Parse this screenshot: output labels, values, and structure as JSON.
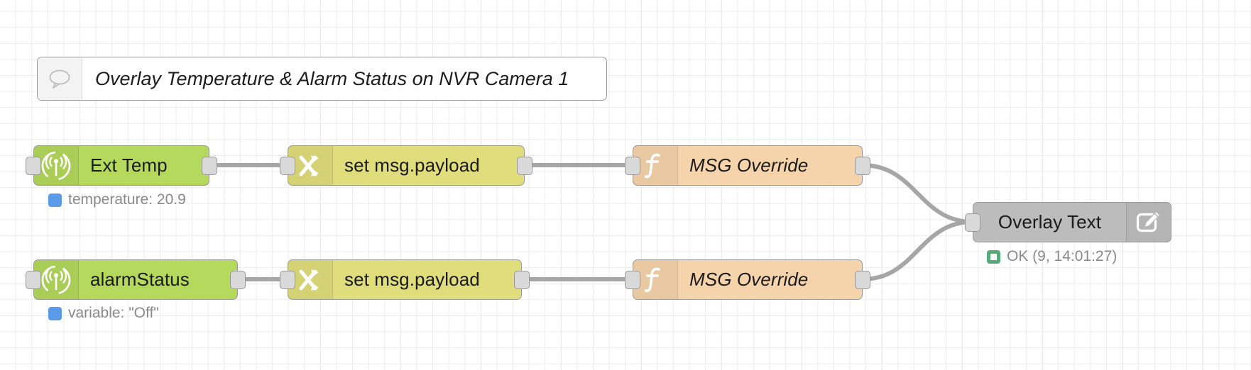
{
  "app": {
    "name": "Node-RED flow editor canvas",
    "grid_visible": true
  },
  "comment": {
    "icon": "comment-bubble-icon",
    "text": "Overlay Temperature & Alarm Status on NVR Camera 1"
  },
  "nodes": [
    {
      "id": "ext-temp",
      "label": "Ext Temp",
      "icon": "broadcast-antenna-icon",
      "color": "#b4d95c",
      "type": "s7-in",
      "ports": {
        "in": true,
        "out": true
      },
      "status": {
        "text": "temperature: 20.9",
        "shape": "square",
        "color": "#5b9ae6"
      }
    },
    {
      "id": "change-1",
      "label": "set msg.payload",
      "icon": "swap-arrows-icon",
      "color": "#e0de7c",
      "type": "change",
      "ports": {
        "in": true,
        "out": true
      },
      "status": null
    },
    {
      "id": "function-1",
      "label": "MSG Override",
      "icon": "function-f-icon",
      "color": "#f6d4ab",
      "type": "function",
      "italic": true,
      "ports": {
        "in": true,
        "out": true
      },
      "status": null
    },
    {
      "id": "alarm-status",
      "label": "alarmStatus",
      "icon": "broadcast-antenna-icon",
      "color": "#b4d95c",
      "type": "s7-in",
      "ports": {
        "in": true,
        "out": true
      },
      "status": {
        "text": "variable: \"Off\"",
        "shape": "square",
        "color": "#5b9ae6"
      }
    },
    {
      "id": "change-2",
      "label": "set msg.payload",
      "icon": "swap-arrows-icon",
      "color": "#e0de7c",
      "type": "change",
      "ports": {
        "in": true,
        "out": true
      },
      "status": null
    },
    {
      "id": "function-2",
      "label": "MSG Override",
      "icon": "function-f-icon",
      "color": "#f6d4ab",
      "type": "function",
      "italic": true,
      "ports": {
        "in": true,
        "out": true
      },
      "status": null
    },
    {
      "id": "overlay-text",
      "label": "Overlay Text",
      "icon": "edit-pencil-icon",
      "color": "#bcbcbc",
      "type": "template",
      "ports": {
        "in": true,
        "out": false
      },
      "status": {
        "text": "OK (9, 14:01:27)",
        "shape": "ring-square",
        "color": "#56a978"
      }
    }
  ],
  "colors": {
    "wire": "#a6a6a6",
    "grid_minor": "#ececec",
    "grid_major": "#e3e3e3",
    "node_border": "#999999",
    "port_fill": "#d9d9d9",
    "status_text": "#8a8a8a"
  }
}
